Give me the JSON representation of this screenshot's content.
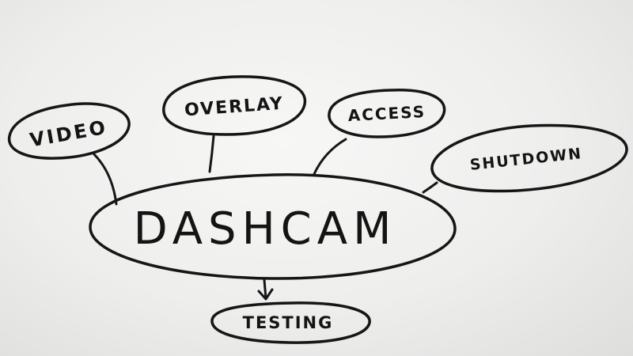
{
  "diagram": {
    "center": {
      "label": "DASHCAM"
    },
    "nodes": [
      {
        "id": "video",
        "label": "VIDEO"
      },
      {
        "id": "overlay",
        "label": "OVERLAY"
      },
      {
        "id": "access",
        "label": "ACCESS"
      },
      {
        "id": "shutdown",
        "label": "SHUTDOWN"
      },
      {
        "id": "testing",
        "label": "TESTING"
      }
    ],
    "ink_color": "#161616",
    "board_color": "#f2f2f1"
  }
}
